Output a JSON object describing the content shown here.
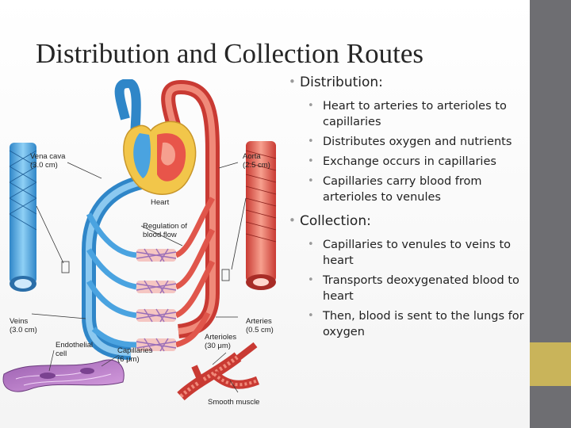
{
  "slide": {
    "title": "Distribution and Collection Routes",
    "bullets": {
      "distribution": {
        "heading": "Distribution:",
        "items": [
          "Heart to arteries to arterioles to capillaries",
          "Distributes oxygen and nutrients",
          "Exchange occurs in capillaries",
          "Capillaries carry blood from arterioles to venules"
        ]
      },
      "collection": {
        "heading": "Collection:",
        "items": [
          "Capillaries to venules to veins to heart",
          "Transports deoxygenated blood to heart",
          "Then, blood is sent to the lungs for oxygen"
        ]
      }
    }
  },
  "diagram": {
    "labels": {
      "vena_cava": "Vena cava",
      "vena_cava_size": "(3.0 cm)",
      "aorta": "Aorta",
      "aorta_size": "(2.5 cm)",
      "heart": "Heart",
      "regulation": "Regulation of",
      "regulation2": "blood flow",
      "veins": "Veins",
      "veins_size": "(3.0 cm)",
      "arteries": "Arteries",
      "arteries_size": "(0.5 cm)",
      "endothelial": "Endothelial",
      "endothelial2": "cell",
      "capillaries": "Capillaries",
      "capillaries_size": "(6 μm)",
      "arterioles": "Arterioles",
      "arterioles_size": "(30 μm)",
      "smooth_muscle": "Smooth muscle"
    }
  },
  "colors": {
    "vein_blue": "#4aa3e0",
    "artery_red": "#e8554a",
    "accent_gray": "#6e6e72",
    "accent_gold": "#c9b45a"
  }
}
